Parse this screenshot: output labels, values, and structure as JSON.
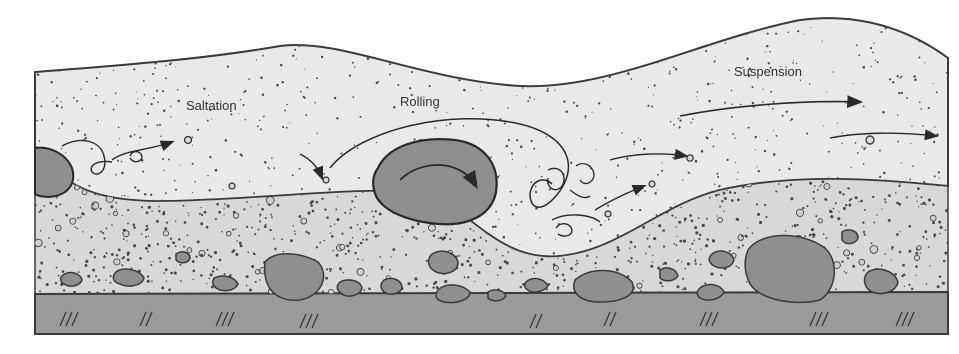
{
  "labels": {
    "saltation": "Saltation",
    "rolling": "Rolling",
    "suspension": "Suspension"
  },
  "colors": {
    "outline": "#3a3a3a",
    "water": "#e9e9e9",
    "sediment": "#d8d8d8",
    "bedrock": "#9a9a9a",
    "boulder": "#8f8f8f",
    "stipple": "#4a4a4a",
    "arrow": "#2a2a2a"
  }
}
